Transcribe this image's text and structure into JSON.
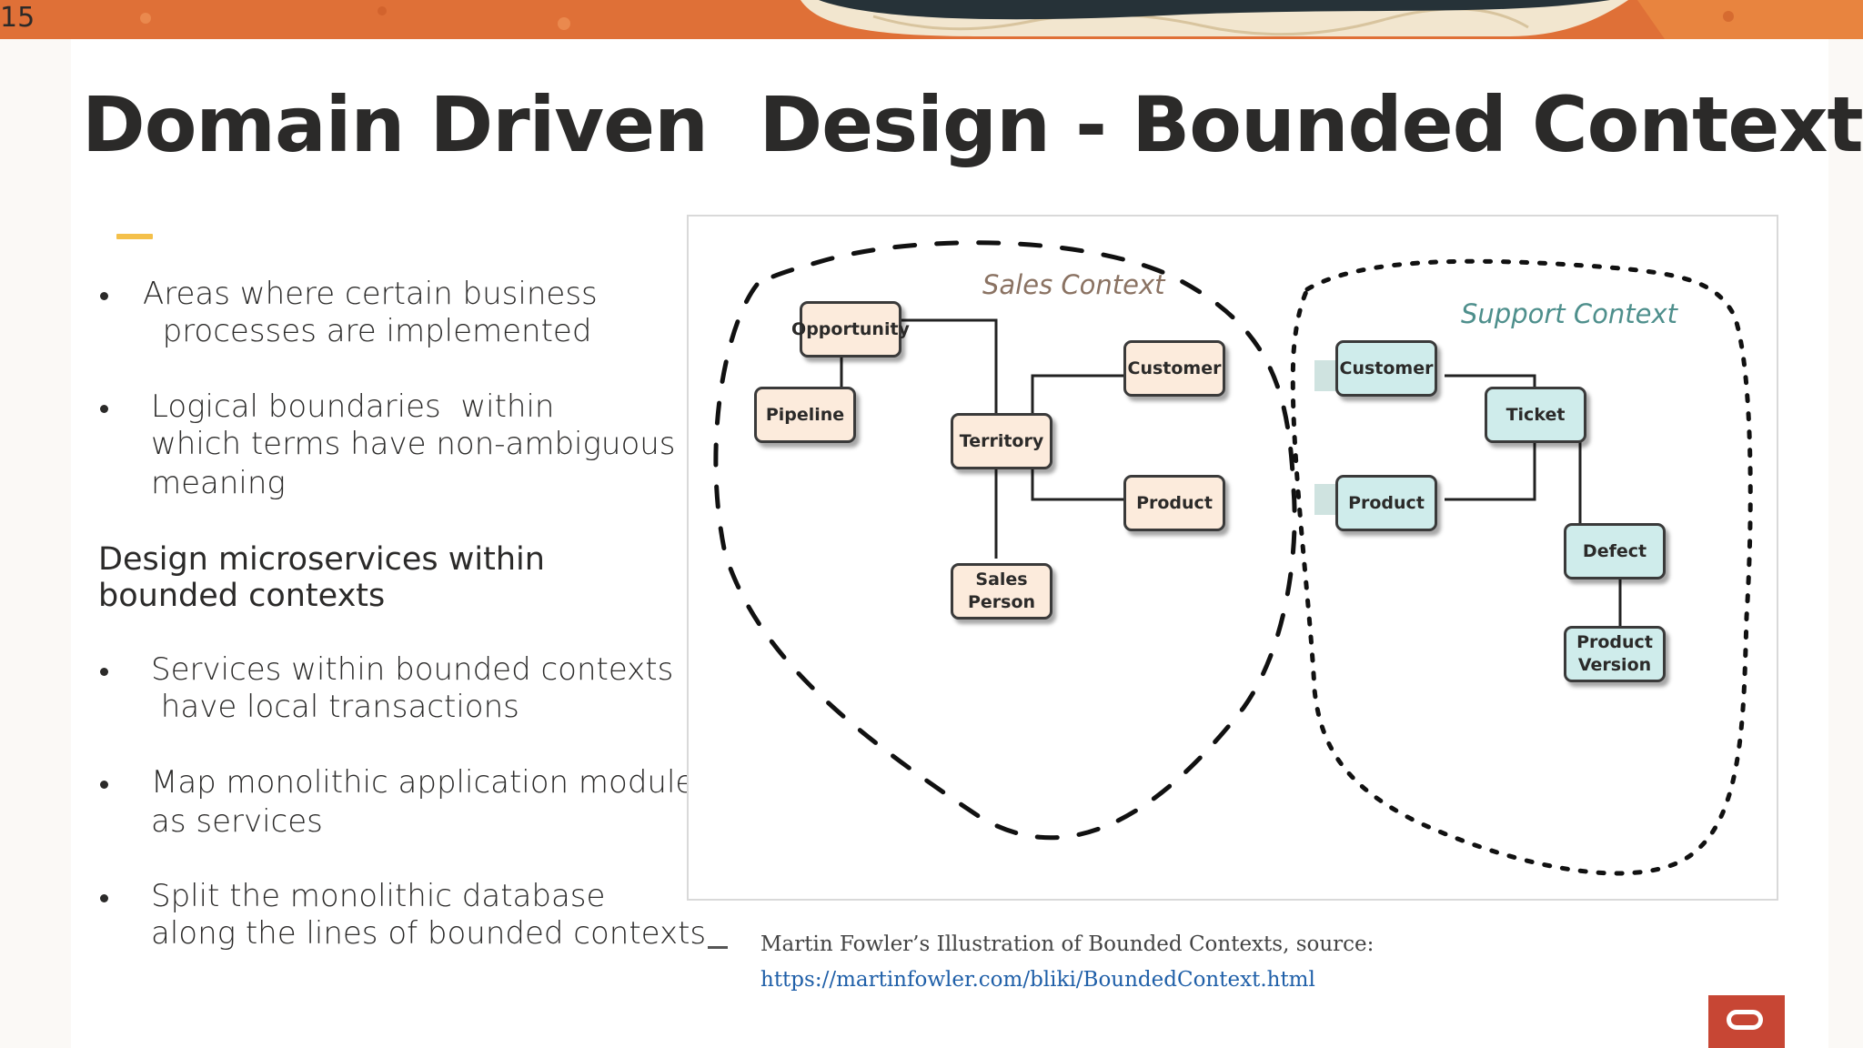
{
  "slide": {
    "number": "15",
    "title": "Domain Driven  Design - Bounded Contexts"
  },
  "bullets": [
    {
      "lines": [
        "Areas where certain business",
        "  processes are implemented"
      ]
    },
    {
      "lines": [
        "Logical boundaries  within",
        "which terms have non-ambiguous",
        "meaning"
      ]
    }
  ],
  "subheading": {
    "lines": [
      "Design microservices within",
      "bounded contexts"
    ]
  },
  "bullets2": [
    {
      "lines": [
        "Services within bounded contexts",
        " have local transactions"
      ]
    },
    {
      "lines": [
        "Map monolithic application modules",
        "as services"
      ]
    },
    {
      "lines": [
        "Split the monolithic database",
        "along the lines of bounded contexts"
      ]
    }
  ],
  "diagram": {
    "sales_context_label": "Sales Context",
    "support_context_label": "Support Context",
    "sales_nodes": {
      "opportunity": "Opportunity",
      "pipeline": "Pipeline",
      "territory": "Territory",
      "customer": "Customer",
      "product": "Product",
      "sales_person": "Sales Person"
    },
    "support_nodes": {
      "customer": "Customer",
      "product": "Product",
      "ticket": "Ticket",
      "defect": "Defect",
      "product_version": [
        "Product",
        "Version"
      ]
    },
    "colors": {
      "sales_label": "#8a7262",
      "support_label": "#4e8f8c",
      "sales_fill": "#fcebdc",
      "support_fill": "#cfeceb"
    }
  },
  "caption": {
    "text": "Martin Fowler’s Illustration of Bounded Contexts, source:",
    "link": "https://martinfowler.com/bliki/BoundedContext.html"
  },
  "colors": {
    "accent": "#f4c04a",
    "brand": "#c74634",
    "band": "#e0703c"
  }
}
